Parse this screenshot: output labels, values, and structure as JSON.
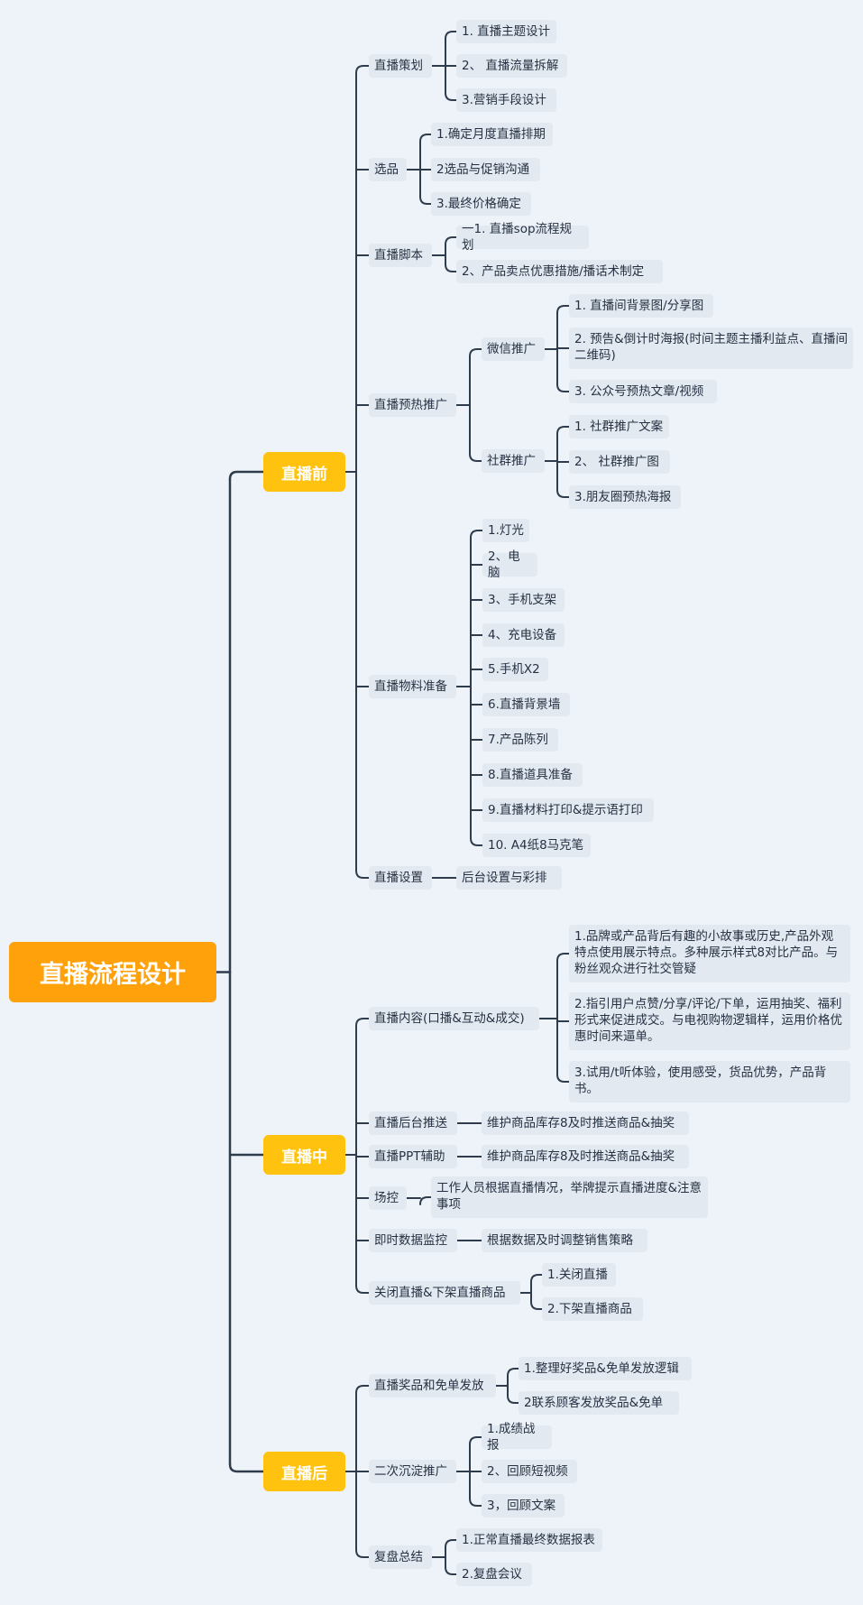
{
  "root": {
    "label": "直播流程设计"
  },
  "branches": {
    "before": {
      "label": "直播前",
      "planning": {
        "label": "直播策划",
        "items": [
          "1. 直播主题设计",
          "2、  直播流量拆解",
          "3.营销手段设计"
        ]
      },
      "selection": {
        "label": "选品",
        "items": [
          "1.确定月度直播排期",
          "2选品与促销沟通",
          "3.最终价格确定"
        ]
      },
      "script": {
        "label": "直播脚本",
        "items": [
          "一1. 直播sop流程规划",
          "2、产品卖点优惠措施/播话术制定"
        ]
      },
      "preheat": {
        "label": "直播预热推广",
        "wechat": {
          "label": "微信推广",
          "items": [
            "1. 直播间背景图/分享图",
            "2. 预告&倒计时海报(时间主题主播利益点、直播间二维码)",
            "3. 公众号预热文章/视频"
          ]
        },
        "community": {
          "label": "社群推广",
          "items": [
            "1. 社群推广文案",
            "2、  社群推广图",
            "3.朋友圈预热海报"
          ]
        }
      },
      "materials": {
        "label": "直播物料准备",
        "items": [
          "1.灯光",
          "2、电脑",
          "3、手机支架",
          "4、充电设备",
          "5.手机X2",
          "6.直播背景墙",
          "7.产品陈列",
          "8.直播道具准备",
          "9.直播材料打印&提示语打印",
          "10. A4纸8马克笔"
        ]
      },
      "settings": {
        "label": "直播设置",
        "items": [
          "后台设置与彩排"
        ]
      }
    },
    "during": {
      "label": "直播中",
      "content": {
        "label": "直播内容(口播&互动&成交)",
        "items": [
          "1.品牌或产品背后有趣的小故事或历史,产品外观特点使用展示特点。多种展示样式8对比产品。与粉丝观众进行社交管疑",
          "2.指引用户点赞/分享/评论/下单，运用抽奖、福利形式来促进成交。与电视购物逻辑样，运用价格优惠时间来逼单。",
          "3.试用/t听体验，使用感受，货品优势，产品背书。"
        ]
      },
      "backend": {
        "label": "直播后台推送",
        "items": [
          "维护商品库存8及时推送商品&抽奖"
        ]
      },
      "ppt": {
        "label": "直播PPT辅助",
        "items": [
          "维护商品库存8及时推送商品&抽奖"
        ]
      },
      "control": {
        "label": "场控",
        "items": [
          "工作人员根据直播情况，举牌提示直播进度&注意事项"
        ]
      },
      "monitor": {
        "label": "即时数据监控",
        "items": [
          "根据数据及时调整销售策略"
        ]
      },
      "close": {
        "label": "关闭直播&下架直播商品",
        "items": [
          "1.关闭直播",
          "2.下架直播商品"
        ]
      }
    },
    "after": {
      "label": "直播后",
      "prizes": {
        "label": "直播奖品和免单发放",
        "items": [
          "1.整理好奖品&免单发放逻辑",
          "2联系顾客发放奖品&免单"
        ]
      },
      "secondary": {
        "label": "二次沉淀推广",
        "items": [
          "1.成绩战报",
          "2、回顾短视频",
          "3，回顾文案"
        ]
      },
      "review": {
        "label": "复盘总结",
        "items": [
          "1.正常直播最终数据报表",
          "2.复盘会议"
        ]
      }
    }
  },
  "colors": {
    "root": "#ffa10a",
    "main": "#ffc20e",
    "node": "#e3e9f1",
    "line": "#2e3c4d",
    "background": "#eef3fa"
  }
}
